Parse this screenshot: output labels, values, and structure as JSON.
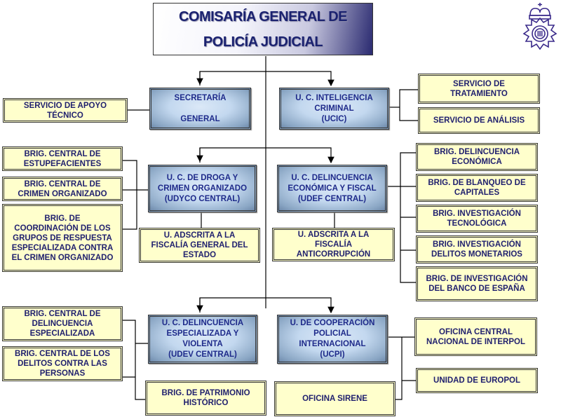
{
  "title": "COMISARÍA GENERAL DE\nPOLICÍA JUDICIAL",
  "logo": "police-badge-icon",
  "colors": {
    "unit_text": "#1e2a8a",
    "sub_fill": "#ffffcc",
    "unit_fill": "#c3d8ef",
    "lines": "#000000"
  },
  "units": {
    "secretaria": "SECRETARÍA\n\nGENERAL",
    "ucic": "U. C. INTELIGENCIA\nCRIMINAL\n(UCIC)",
    "udyco": "U. C. DE DROGA Y\nCRIMEN ORGANIZADO\n(UDYCO CENTRAL)",
    "udef": "U. C.  DELINCUENCIA\nECONÓMICA Y FISCAL\n(UDEF CENTRAL)",
    "udev": "U. C. DELINCUENCIA\nESPECIALIZADA Y\nVIOLENTA\n(UDEV CENTRAL)",
    "ucpi": "U.  DE COOPERACIÓN\nPOLICIAL\nINTERNACIONAL\n(UCPI)"
  },
  "subunits": {
    "apoyo_tecnico": "SERVICIO  DE APOYO\nTÉCNICO",
    "tratamiento": "SERVICIO DE\nTRATAMIENTO",
    "analisis": "SERVICIO DE ANÁLISIS",
    "estupefacientes": "BRIG. CENTRAL  DE\nESTUPEFACIENTES",
    "crimen_organizado": "BRIG. CENTRAL  DE\nCRIMEN ORGANIZADO",
    "coordinacion": "BRIG.  DE\nCOORDINACIÓN  DE LOS\nGRUPOS DE RESPUESTA\nESPECIALIZADA CONTRA\nEL CRIMEN ORGANIZADO",
    "fiscalia_general": "U.  ADSCRITA A LA\nFISCALÍA GENERAL  DEL\nESTADO",
    "delincuencia_economica": "BRIG. DELINCUENCIA\nECONÓMICA",
    "blanqueo": "BRIG. DE BLANQUEO  DE\nCAPITALES",
    "tecnologica": "BRIG. INVESTIGACIÓN\nTECNOLÓGICA",
    "monetarios": "BRIG. INVESTIGACIÓN\nDELITOS MONETARIOS",
    "banco_espana": "BRIG. DE INVESTIGACIÓN\nDEL BANCO  DE ESPAÑA",
    "anticorrupcion": "U.  ADSCRITA A LA\nFISCALÍA\nANTICORRUPCIÓN",
    "delincuencia_especializada": "BRIG.  CENTRAL  DE\nDELINCUENCIA\nESPECIALIZADA",
    "delitos_personas": "BRIG. CENTRAL  DE LOS\nDELITOS CONTRA  LAS\nPERSONAS",
    "patrimonio": "BRIG.  DE PATRIMONIO\nHISTÓRICO",
    "sirene": "OFICINA SIRENE",
    "interpol": "OFICINA CENTRAL\nNACIONAL  DE INTERPOL",
    "europol": "UNIDAD  DE EUROPOL"
  }
}
